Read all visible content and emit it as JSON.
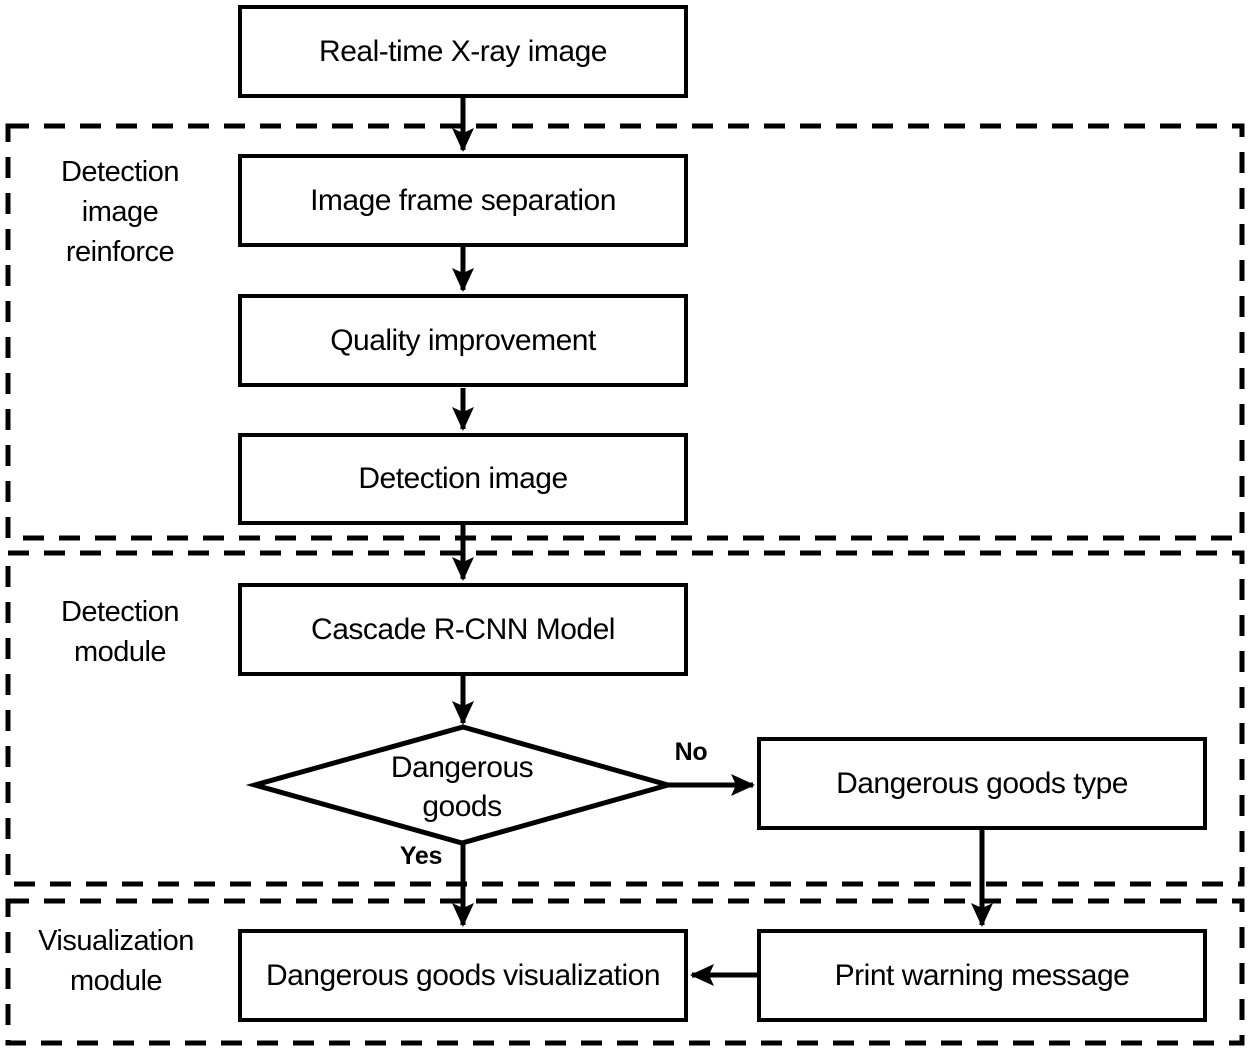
{
  "flowchart": {
    "type": "flowchart",
    "background_color": "#ffffff",
    "stroke_color": "#000000",
    "text_color": "#000000",
    "nodes": {
      "realtime_xray": {
        "label": "Real-time X-ray image",
        "shape": "rect"
      },
      "image_frame_separation": {
        "label": "Image frame separation",
        "shape": "rect"
      },
      "quality_improvement": {
        "label": "Quality improvement",
        "shape": "rect"
      },
      "detection_image": {
        "label": "Detection image",
        "shape": "rect"
      },
      "cascade_rcnn_model": {
        "label": "Cascade R-CNN Model",
        "shape": "rect"
      },
      "dangerous_goods_decision": {
        "label": "Dangerous goods",
        "lines": [
          "Dangerous",
          "goods"
        ],
        "shape": "diamond"
      },
      "dangerous_goods_type": {
        "label": "Dangerous goods type",
        "shape": "rect"
      },
      "dangerous_goods_visualization": {
        "label": "Dangerous goods visualization",
        "shape": "rect"
      },
      "print_warning_message": {
        "label": "Print warning message",
        "shape": "rect"
      }
    },
    "containers": {
      "detection_image_reinforce": {
        "label": "Detection image reinforce",
        "lines": [
          "Detection",
          "image",
          "reinforce"
        ]
      },
      "detection_module": {
        "label": "Detection module",
        "lines": [
          "Detection",
          "module"
        ]
      },
      "visualization_module": {
        "label": "Visualization module",
        "lines": [
          "Visualization",
          "module"
        ]
      }
    },
    "edge_labels": {
      "yes": "Yes",
      "no": "No"
    },
    "edges": [
      {
        "from": "realtime_xray",
        "to": "image_frame_separation",
        "label": ""
      },
      {
        "from": "image_frame_separation",
        "to": "quality_improvement",
        "label": ""
      },
      {
        "from": "quality_improvement",
        "to": "detection_image",
        "label": ""
      },
      {
        "from": "detection_image",
        "to": "cascade_rcnn_model",
        "label": ""
      },
      {
        "from": "cascade_rcnn_model",
        "to": "dangerous_goods_decision",
        "label": ""
      },
      {
        "from": "dangerous_goods_decision",
        "to": "dangerous_goods_visualization",
        "label": "Yes"
      },
      {
        "from": "dangerous_goods_decision",
        "to": "dangerous_goods_type",
        "label": "No"
      },
      {
        "from": "dangerous_goods_type",
        "to": "print_warning_message",
        "label": ""
      },
      {
        "from": "print_warning_message",
        "to": "dangerous_goods_visualization",
        "label": ""
      }
    ]
  }
}
